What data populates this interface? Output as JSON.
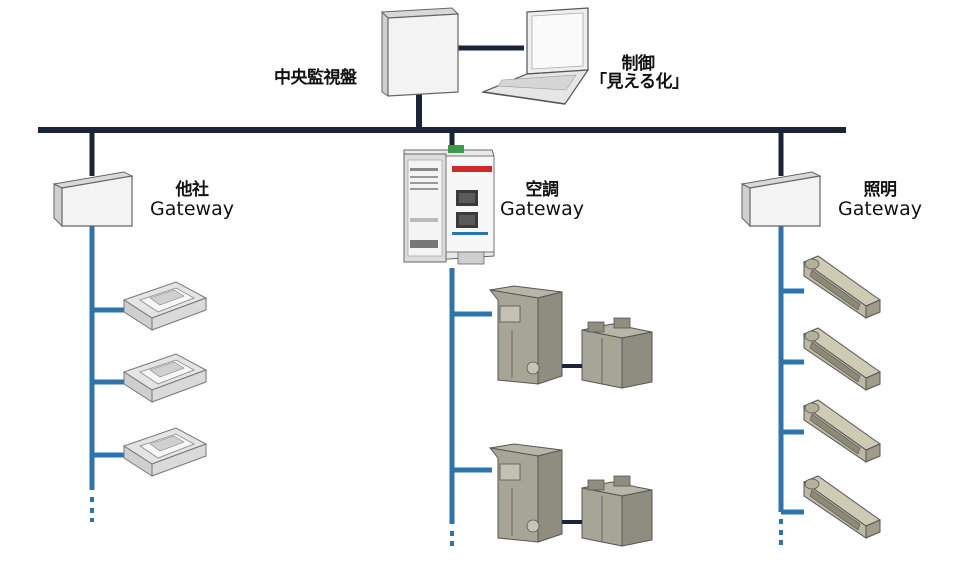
{
  "central_monitor": {
    "label": "中央監視盤"
  },
  "control_pc": {
    "line1": "制御",
    "line2": "「見える化」"
  },
  "gateways": {
    "other": {
      "line1": "他社",
      "line2": "Gateway"
    },
    "hvac": {
      "line1": "空調",
      "line2": "Gateway"
    },
    "lighting": {
      "line1": "照明",
      "line2": "Gateway"
    }
  },
  "colors": {
    "main_bus": "#1c2538",
    "device_line": "#2c74ad",
    "hvac_unit": "#a7a596",
    "ceiling_unit": "#f2f2f2",
    "light_fixture": "#bdb8a3"
  }
}
